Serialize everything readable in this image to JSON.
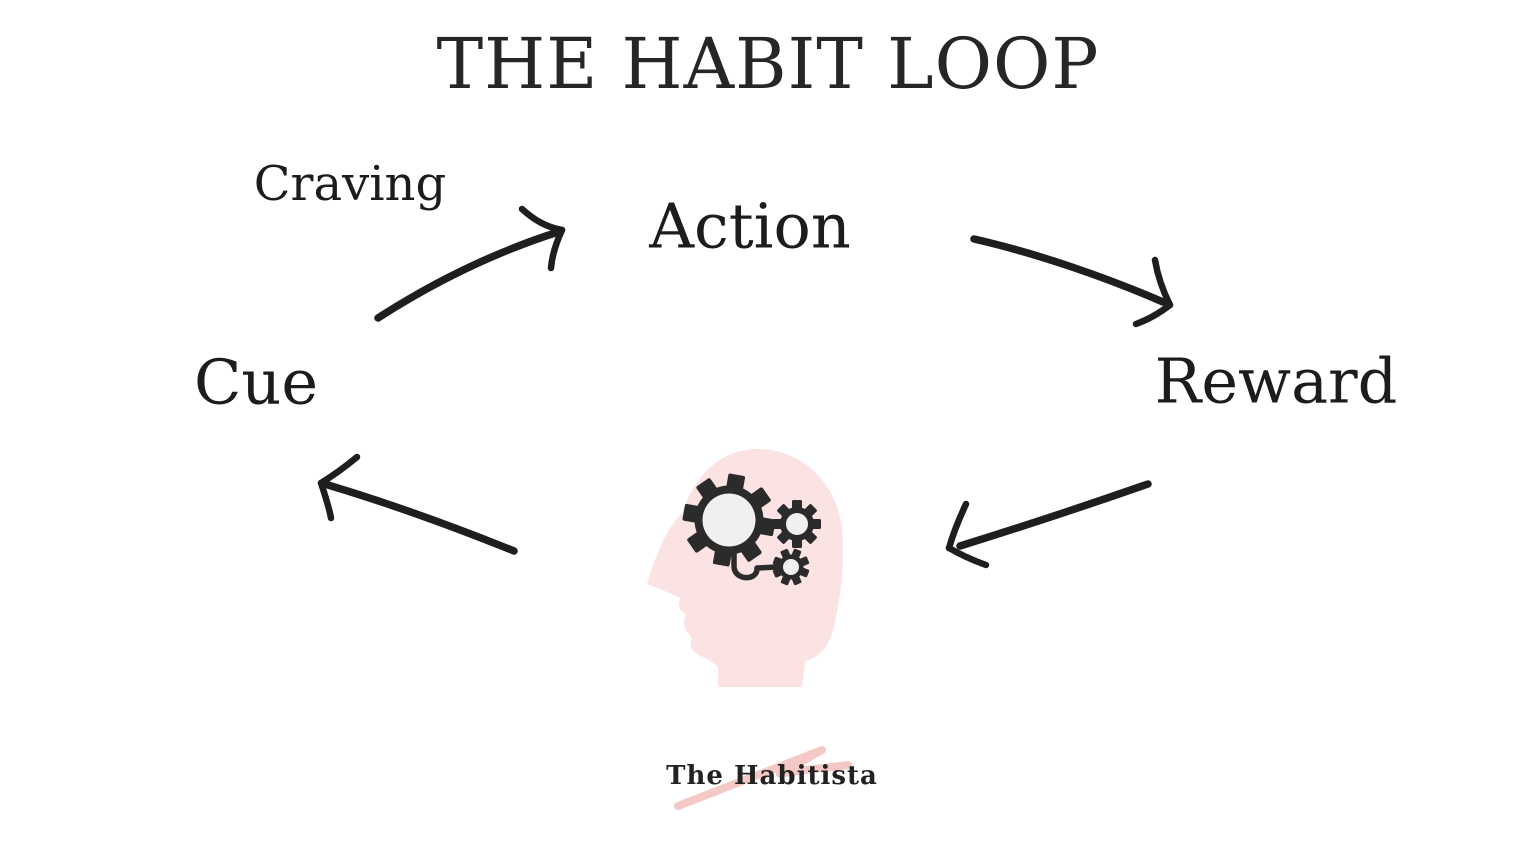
{
  "title": "THE HABIT LOOP",
  "diagram": {
    "nodes": [
      {
        "id": "cue",
        "label": "Cue"
      },
      {
        "id": "craving",
        "label": "Craving"
      },
      {
        "id": "action",
        "label": "Action"
      },
      {
        "id": "reward",
        "label": "Reward"
      }
    ],
    "arrows": [
      {
        "from": "cue",
        "to": "action",
        "label_near": "Craving"
      },
      {
        "from": "action",
        "to": "reward"
      },
      {
        "from": "reward",
        "to": "brain"
      },
      {
        "from": "brain",
        "to": "cue"
      }
    ],
    "center_icon": "head-with-gears"
  },
  "logo": {
    "text": "The Habitista"
  },
  "colors": {
    "ink": "#1e1e1e",
    "head_pink": "#fbe3e3",
    "gear_dark": "#2b2b2b",
    "gear_light": "#f1f0ee",
    "swoosh_pink": "#f0b5b1",
    "background": "#ffffff"
  }
}
